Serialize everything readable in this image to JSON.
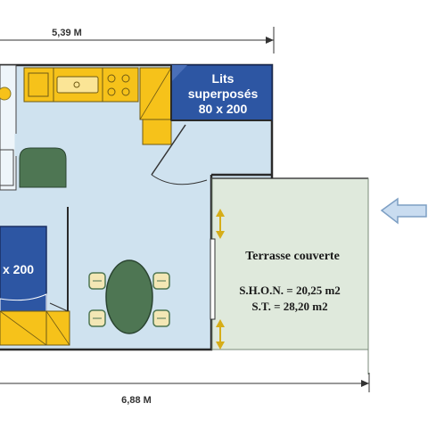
{
  "dimensions": {
    "top_width": "5,39 M",
    "bottom_width": "6,88 M"
  },
  "rooms": {
    "bunk_bed_line1": "Lits",
    "bunk_bed_line2": "superposés",
    "bunk_bed_size": "80 x 200",
    "master_bed_size": "x 200",
    "terrace_label": "Terrasse couverte",
    "shon": "S.H.O.N. = 20,25 m2",
    "st": "S.T. = 28,20 m2"
  },
  "colors": {
    "interior": "#cfe2ef",
    "terrace": "#dfe9dc",
    "bed_blue": "#2d56a3",
    "yellow": "#f6c21a",
    "green_furniture": "#4e7653",
    "arrow": "#c9dcf0"
  }
}
